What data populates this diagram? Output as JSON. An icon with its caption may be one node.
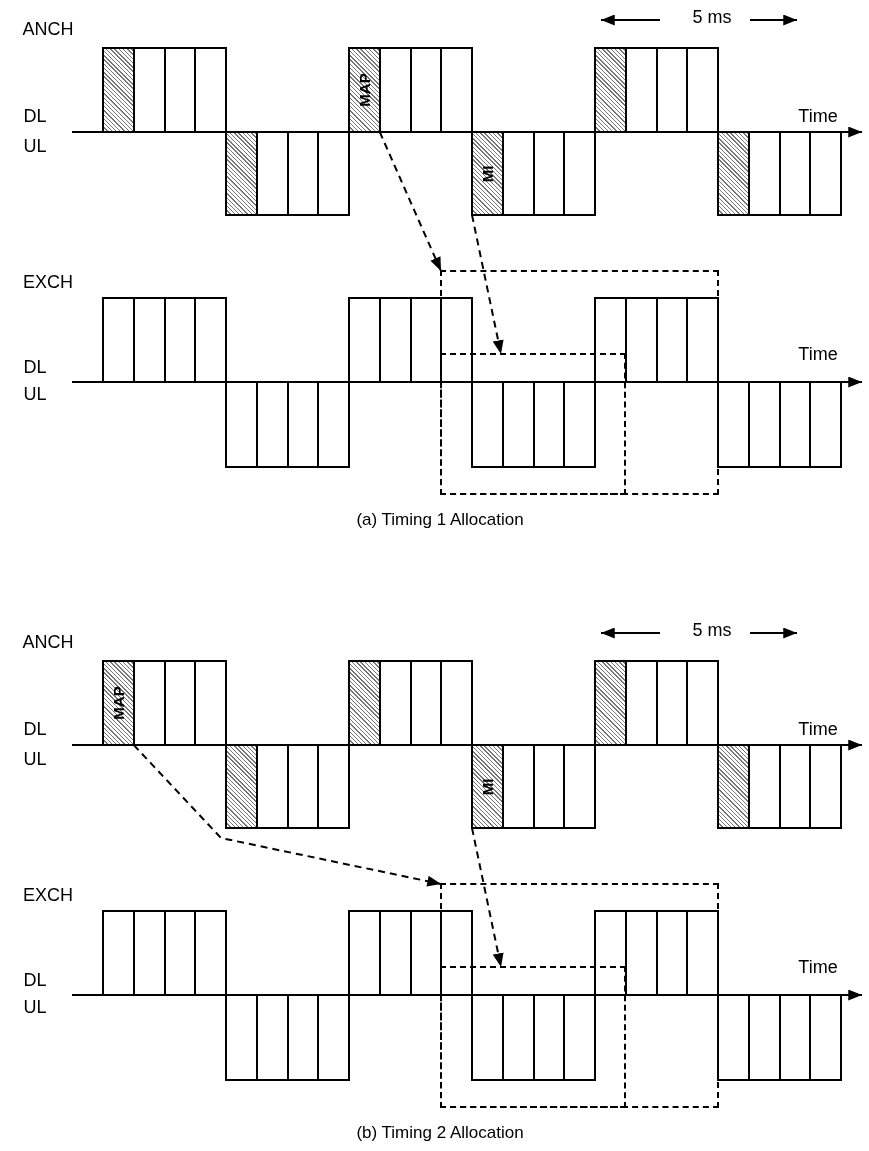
{
  "diagram": {
    "nodes": [
      {
        "text": [],
        "shape": "box"
      },
      {
        "text": [],
        "shape": "box"
      },
      {
        "text": [],
        "shape": "box"
      },
      {
        "text": [],
        "shape": "box"
      },
      {
        "text": [],
        "shape": "box"
      },
      {
        "text": [],
        "shape": "box"
      },
      {
        "text": [],
        "shape": "box"
      },
      {
        "text": [],
        "shape": "box"
      },
      {
        "text": [
          "MAP"
        ]
      },
      {
        "text": [],
        "shape": "box"
      },
      {
        "text": [],
        "shape": "box"
      },
      {
        "text": [],
        "shape": "box"
      },
      {
        "text": [
          "MI"
        ]
      },
      {
        "text": [],
        "shape": "box"
      },
      {
        "text": [],
        "shape": "box"
      },
      {
        "text": [],
        "shape": "box"
      },
      {
        "text": [],
        "shape": "box"
      },
      {
        "text": [],
        "shape": "box"
      },
      {
        "text": [],
        "shape": "box"
      },
      {
        "text": [],
        "shape": "box"
      },
      {
        "text": [],
        "shape": "box"
      },
      {
        "text": [],
        "shape": "box"
      },
      {
        "text": [],
        "shape": "box"
      },
      {
        "text": [],
        "shape": "box"
      },
      {
        "text": [],
        "shape": "box"
      },
      {
        "text": [],
        "shape": "box",
        "in": 24
      },
      {
        "text": [],
        "shape": "box"
      },
      {
        "text": [],
        "shape": "box"
      },
      {
        "text": [],
        "shape": "box"
      },
      {
        "text": [],
        "shape": "box"
      },
      {
        "text": [],
        "shape": "box"
      },
      {
        "text": [],
        "shape": "box"
      },
      {
        "text": [],
        "shape": "box"
      },
      {
        "text": [],
        "shape": "box"
      },
      {
        "text": [],
        "shape": "box"
      },
      {
        "text": [],
        "shape": "box"
      },
      {
        "text": [],
        "shape": "box"
      },
      {
        "text": [],
        "shape": "box",
        "in": 24
      },
      {
        "text": [],
        "shape": "box",
        "in": 25
      },
      {
        "text": [],
        "shape": "box",
        "in": 25
      },
      {
        "text": [],
        "shape": "box",
        "in": 25
      },
      {
        "text": [],
        "shape": "box",
        "in": 25
      },
      {
        "text": [],
        "shape": "box",
        "in": 24
      },
      {
        "text": [],
        "shape": "box",
        "in": 24
      },
      {
        "text": [],
        "shape": "box",
        "in": 24
      },
      {
        "text": [],
        "shape": "box",
        "in": 24
      },
      {
        "text": [],
        "shape": "box"
      },
      {
        "text": [],
        "shape": "box"
      },
      {
        "text": [],
        "shape": "box"
      },
      {
        "text": [],
        "shape": "box"
      },
      {
        "text": [
          "MAP"
        ]
      },
      {
        "text": [],
        "shape": "box"
      },
      {
        "text": [],
        "shape": "box"
      },
      {
        "text": [],
        "shape": "box"
      },
      {
        "text": [],
        "shape": "box"
      },
      {
        "text": [],
        "shape": "box"
      },
      {
        "text": [],
        "shape": "box"
      },
      {
        "text": [],
        "shape": "box"
      },
      {
        "text": [],
        "shape": "box"
      },
      {
        "text": [],
        "shape": "box"
      },
      {
        "text": [],
        "shape": "box"
      },
      {
        "text": [],
        "shape": "box"
      },
      {
        "text": [
          "MI"
        ]
      },
      {
        "text": [],
        "shape": "box"
      },
      {
        "text": [],
        "shape": "box"
      },
      {
        "text": [],
        "shape": "box"
      },
      {
        "text": [],
        "shape": "box"
      },
      {
        "text": [],
        "shape": "box"
      },
      {
        "text": [],
        "shape": "box"
      },
      {
        "text": [],
        "shape": "box"
      },
      {
        "text": [],
        "shape": "box"
      },
      {
        "text": [],
        "shape": "box"
      },
      {
        "text": [],
        "shape": "box"
      },
      {
        "text": [],
        "shape": "box"
      },
      {
        "text": [],
        "shape": "box"
      },
      {
        "text": [],
        "shape": "box",
        "in": 74
      },
      {
        "text": [],
        "shape": "box"
      },
      {
        "text": [],
        "shape": "box"
      },
      {
        "text": [],
        "shape": "box"
      },
      {
        "text": [],
        "shape": "box"
      },
      {
        "text": [],
        "shape": "box"
      },
      {
        "text": [],
        "shape": "box"
      },
      {
        "text": [],
        "shape": "box"
      },
      {
        "text": [],
        "shape": "box"
      },
      {
        "text": [],
        "shape": "box"
      },
      {
        "text": [],
        "shape": "box"
      },
      {
        "text": [],
        "shape": "box"
      },
      {
        "text": [],
        "shape": "box",
        "in": 74
      },
      {
        "text": [],
        "shape": "box",
        "in": 75
      },
      {
        "text": [],
        "shape": "box",
        "in": 75
      },
      {
        "text": [],
        "shape": "box",
        "in": 75
      },
      {
        "text": [],
        "shape": "box",
        "in": 75
      },
      {
        "text": [],
        "shape": "box",
        "in": 74
      },
      {
        "text": [],
        "shape": "box",
        "in": 74
      },
      {
        "text": [],
        "shape": "box",
        "in": 74
      },
      {
        "text": [],
        "shape": "box",
        "in": 74
      },
      {
        "text": [],
        "shape": "box"
      },
      {
        "text": [],
        "shape": "box"
      },
      {
        "text": [],
        "shape": "box"
      },
      {
        "text": [],
        "shape": "box"
      }
    ],
    "edges": [
      {
        "from": 8,
        "to": 24,
        "arrow": "to",
        "style": "dashed"
      },
      {
        "from": 12,
        "to": 25,
        "arrow": "to",
        "style": "dashed"
      },
      {
        "from": 50,
        "to": 74,
        "arrow": "to",
        "style": "dashed"
      },
      {
        "from": 62,
        "to": 75,
        "arrow": "to",
        "style": "dashed"
      }
    ],
    "labels": [
      "ANCH",
      "5 ms",
      "DL",
      "Time",
      "UL",
      "EXCH",
      "DL",
      "Time",
      "UL",
      "(a) Timing 1 Allocation",
      "ANCH",
      "5 ms",
      "DL",
      "Time",
      "UL",
      "EXCH",
      "DL",
      "Time",
      "UL",
      "(b) Timing 2 Allocation"
    ]
  }
}
